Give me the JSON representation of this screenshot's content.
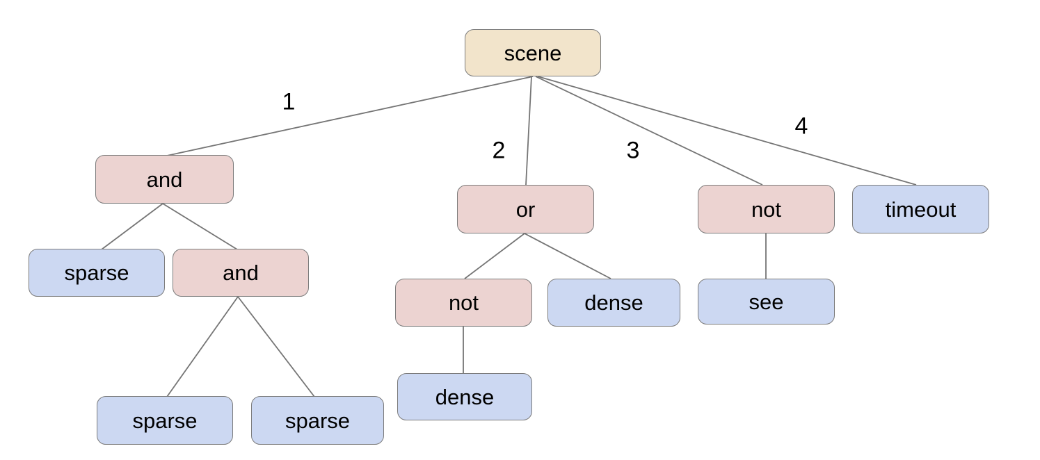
{
  "tree": {
    "label": "scene",
    "type": "root",
    "children": [
      {
        "edge_label": "1",
        "label": "and",
        "type": "operator",
        "children": [
          {
            "label": "sparse",
            "type": "leaf",
            "children": []
          },
          {
            "label": "and",
            "type": "operator",
            "children": [
              {
                "label": "sparse",
                "type": "leaf",
                "children": []
              },
              {
                "label": "sparse",
                "type": "leaf",
                "children": []
              }
            ]
          }
        ]
      },
      {
        "edge_label": "2",
        "label": "or",
        "type": "operator",
        "children": [
          {
            "label": "not",
            "type": "operator",
            "children": [
              {
                "label": "dense",
                "type": "leaf",
                "children": []
              }
            ]
          },
          {
            "label": "dense",
            "type": "leaf",
            "children": []
          }
        ]
      },
      {
        "edge_label": "3",
        "label": "not",
        "type": "operator",
        "children": [
          {
            "label": "see",
            "type": "leaf",
            "children": []
          }
        ]
      },
      {
        "edge_label": "4",
        "label": "timeout",
        "type": "leaf",
        "children": []
      }
    ]
  },
  "colors": {
    "root_fill": "#f2e4cb",
    "operator_fill": "#ecd3d1",
    "leaf_fill": "#ccd8f2",
    "node_border": "#7b7b7b",
    "edge_line": "#757575",
    "text": "#000000",
    "background": "#ffffff"
  }
}
